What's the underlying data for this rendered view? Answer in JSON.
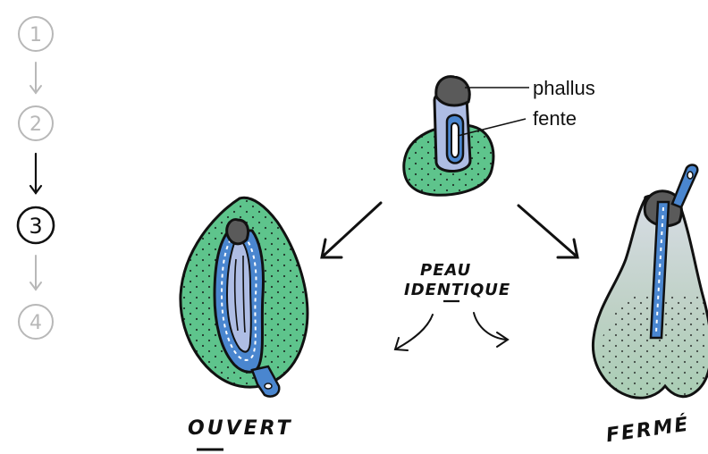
{
  "steps": {
    "items": [
      "1",
      "2",
      "3",
      "4"
    ],
    "current": "3"
  },
  "labels": {
    "phallus": "phallus",
    "fente": "fente",
    "peau_line1": "PEAU",
    "peau_line2": "IDENTIQUE",
    "ouvert": "OUVERT",
    "ferme": "FERMÉ"
  },
  "colors": {
    "ink": "#111111",
    "step_inactive": "#b8b8b8",
    "skin_green": "#5ec48c",
    "skin_green_closed": "#a9cdb4",
    "tissue_blue": "#aebde4",
    "zip_blue": "#4a86cf",
    "phallus_gray": "#5a5a5a"
  }
}
